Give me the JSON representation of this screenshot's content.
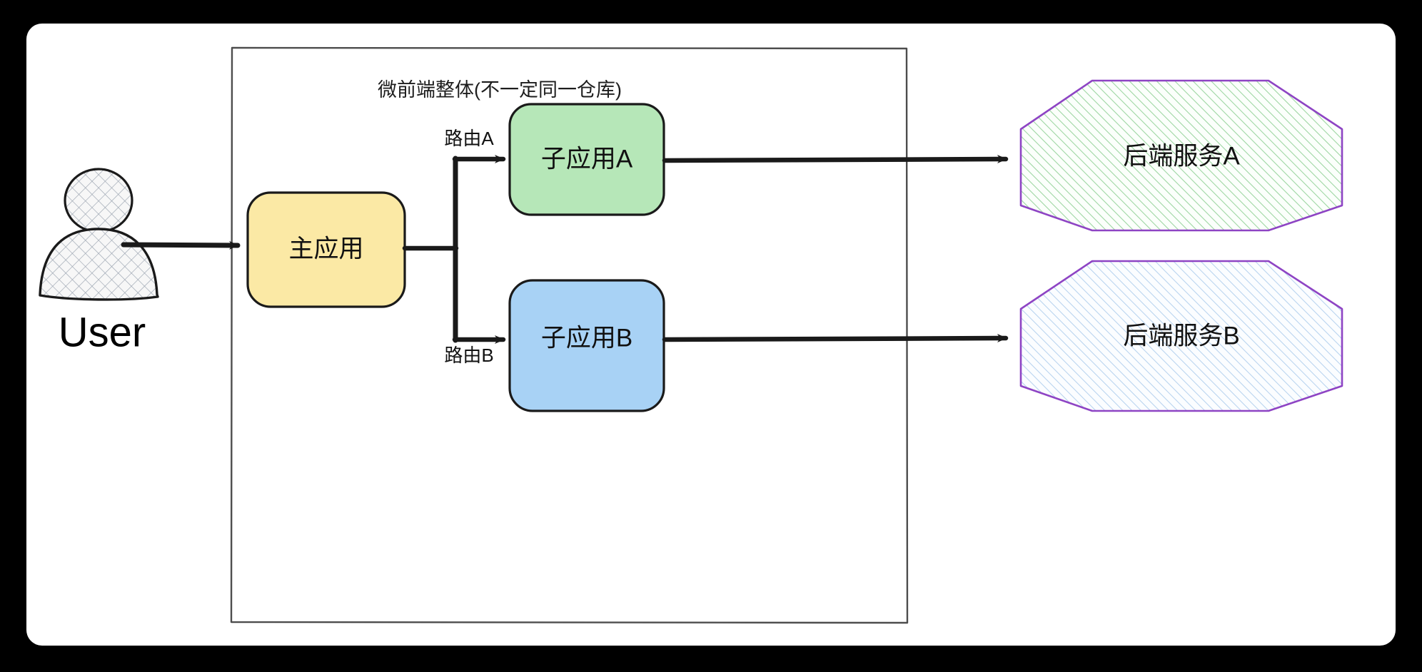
{
  "canvas": {
    "background": "#000000",
    "surface": "#ffffff"
  },
  "diagram": {
    "type": "architecture-flow",
    "title": "微前端整体(不一定同一仓库)",
    "style": "hand-drawn"
  },
  "actor": {
    "label": "User",
    "icon": "user-actor-icon",
    "fill": "#f5f5f5",
    "pattern": "cross-hatch",
    "stroke": "#1a1a1a"
  },
  "container": {
    "label": "微前端整体(不一定同一仓库)",
    "stroke": "#4d4d4d",
    "fill": "none"
  },
  "nodes": [
    {
      "id": "main-app",
      "label": "主应用",
      "shape": "rounded-rect",
      "fill": "#fbe9a5",
      "stroke": "#1a1a1a"
    },
    {
      "id": "sub-app-a",
      "label": "子应用A",
      "shape": "rounded-rect",
      "fill": "#b6e7b8",
      "stroke": "#1a1a1a"
    },
    {
      "id": "sub-app-b",
      "label": "子应用B",
      "shape": "rounded-rect",
      "fill": "#a8d2f5",
      "stroke": "#1a1a1a"
    },
    {
      "id": "backend-a",
      "label": "后端服务A",
      "shape": "hexagon",
      "fill": "#f2fbf2",
      "stroke": "#8e44c4",
      "pattern": "diagonal-hatch-green"
    },
    {
      "id": "backend-b",
      "label": "后端服务B",
      "shape": "hexagon",
      "fill": "#f2f7fc",
      "stroke": "#8e44c4",
      "pattern": "diagonal-hatch-blue"
    }
  ],
  "edges": [
    {
      "id": "user-to-main",
      "from": "User",
      "to": "主应用",
      "label": ""
    },
    {
      "id": "main-to-sub-a",
      "from": "主应用",
      "to": "子应用A",
      "label": "路由A"
    },
    {
      "id": "main-to-sub-b",
      "from": "主应用",
      "to": "子应用B",
      "label": "路由B"
    },
    {
      "id": "sub-a-to-back-a",
      "from": "子应用A",
      "to": "后端服务A",
      "label": ""
    },
    {
      "id": "sub-b-to-back-b",
      "from": "子应用B",
      "to": "后端服务B",
      "label": ""
    }
  ],
  "colors": {
    "arrow": "#1a1a1a",
    "container_border": "#4d4d4d",
    "hexagon_border": "#8e44c4",
    "text": "#111111"
  }
}
